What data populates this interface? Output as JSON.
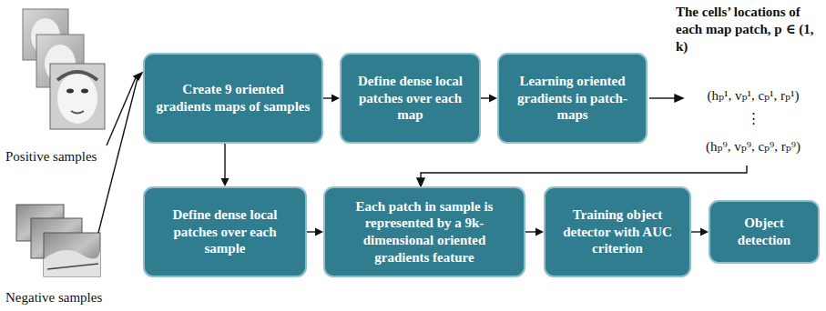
{
  "diagram": {
    "nodes": [
      {
        "text": [
          "Create 9 oriented gradients maps of samples"
        ]
      },
      {
        "text": [
          "Define dense local patches over each map"
        ]
      },
      {
        "text": [
          "Learning oriented gradients in patch-maps"
        ]
      },
      {
        "text": [
          "Define dense local patches over each sample"
        ]
      },
      {
        "text": [
          "Each patch in sample is represented by a 9k-dimensional oriented gradients feature"
        ]
      },
      {
        "text": [
          "Training object detector with AUC criterion"
        ]
      },
      {
        "text": [
          "Object detection"
        ]
      }
    ],
    "edges": [
      {
        "from": 0,
        "to": 1,
        "arrow": "to"
      },
      {
        "from": 1,
        "to": 2,
        "arrow": "to"
      },
      {
        "from": 0,
        "to": 3,
        "arrow": "to"
      },
      {
        "from": 3,
        "to": 4,
        "arrow": "to"
      },
      {
        "from": 4,
        "to": 5,
        "arrow": "to"
      },
      {
        "from": 5,
        "to": 6,
        "arrow": "to"
      }
    ],
    "labels": [
      "Positive samples",
      "Negative samples",
      "The cells’ locations of each map patch,  p ∈ (1, k)",
      "(hₚ¹, vₚ¹, cₚ¹, rₚ¹)",
      "⋮",
      "(hₚ⁹, vₚ⁹, cₚ⁹, rₚ⁹)"
    ]
  }
}
